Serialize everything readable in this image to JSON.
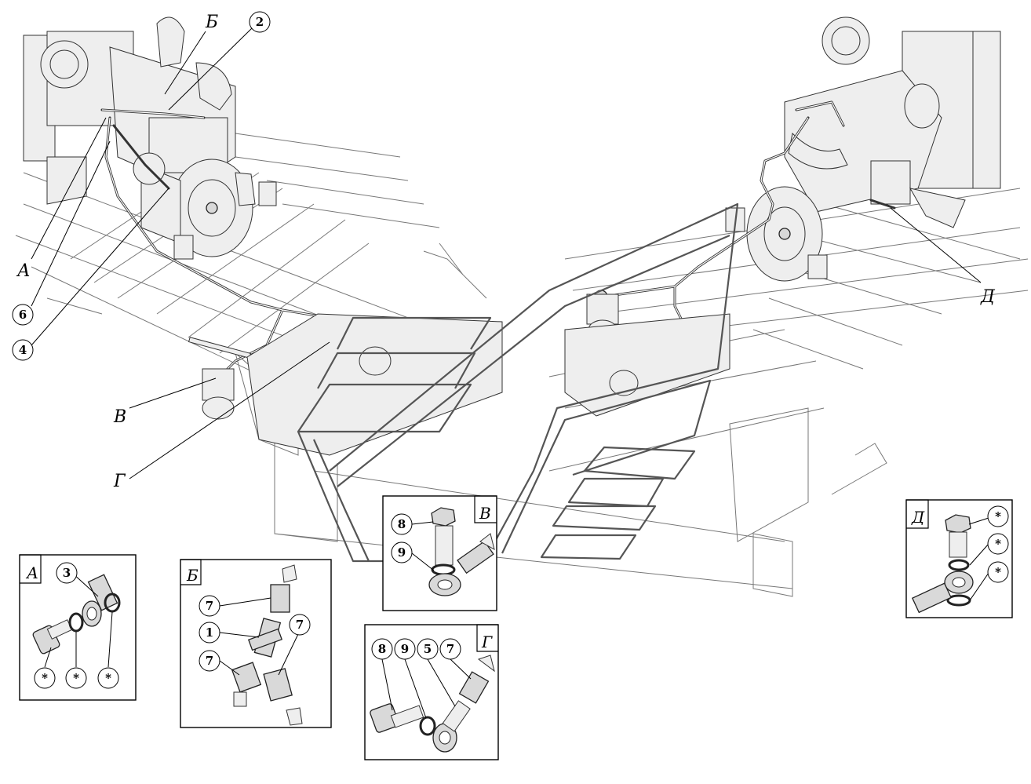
{
  "views": {
    "A": "А",
    "B": "Б",
    "V": "В",
    "G": "Г",
    "D": "Д"
  },
  "callouts": {
    "n1": "1",
    "n2": "2",
    "n3": "3",
    "n4": "4",
    "n5": "5",
    "n6": "6",
    "n7": "7",
    "n8": "8",
    "n9": "9",
    "star": "*"
  }
}
